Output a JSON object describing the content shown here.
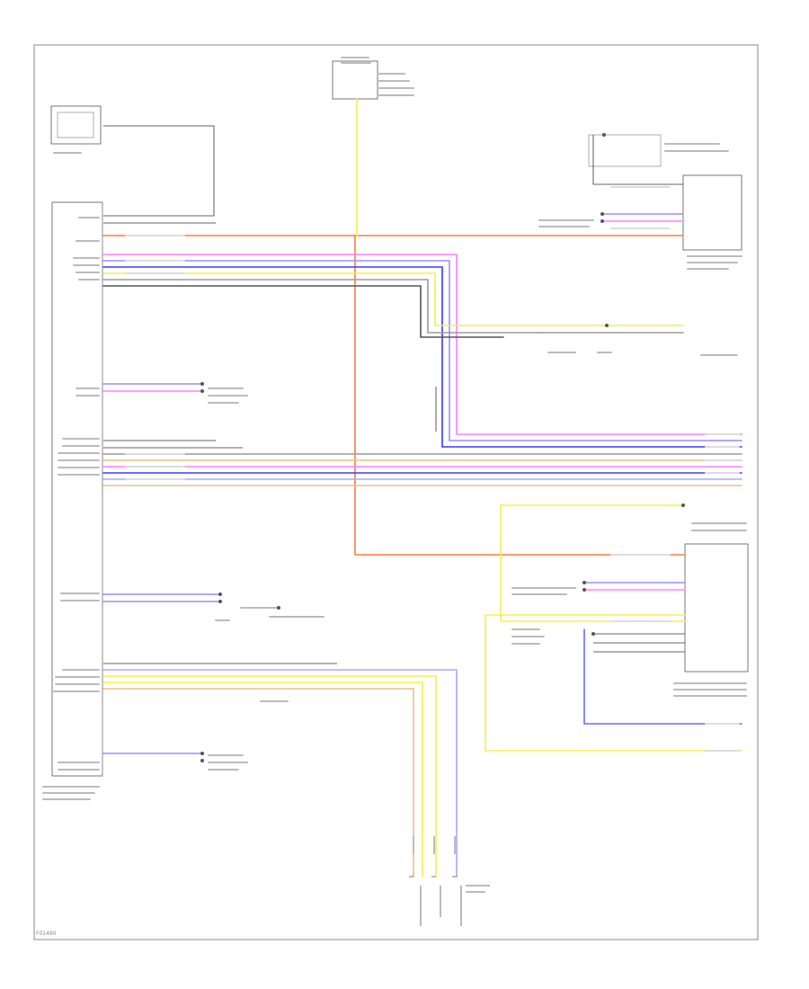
{
  "diagram": {
    "frame_code": "F01490",
    "wire_colors": {
      "red_orange": "#ff7a3d",
      "violet": "#9b8cff",
      "pink": "#ff80ff",
      "yellow": "#f4f04a",
      "tan": "#e8c08a",
      "gray": "#9a9a9a",
      "blue": "#3a3aff",
      "light_blue": "#a8a8ff",
      "black": "#333333"
    },
    "wires": [
      {
        "id": "w-red-top",
        "color": "red_orange"
      },
      {
        "id": "w-violet-1",
        "color": "violet"
      },
      {
        "id": "w-pink-1",
        "color": "pink"
      },
      {
        "id": "w-yellow-1",
        "color": "yellow"
      },
      {
        "id": "w-gray-1",
        "color": "gray"
      },
      {
        "id": "w-blue-1",
        "color": "blue"
      },
      {
        "id": "w-tan-1",
        "color": "tan"
      },
      {
        "id": "w-yellow-2",
        "color": "yellow"
      },
      {
        "id": "w-light-blue-1",
        "color": "light_blue"
      }
    ]
  }
}
